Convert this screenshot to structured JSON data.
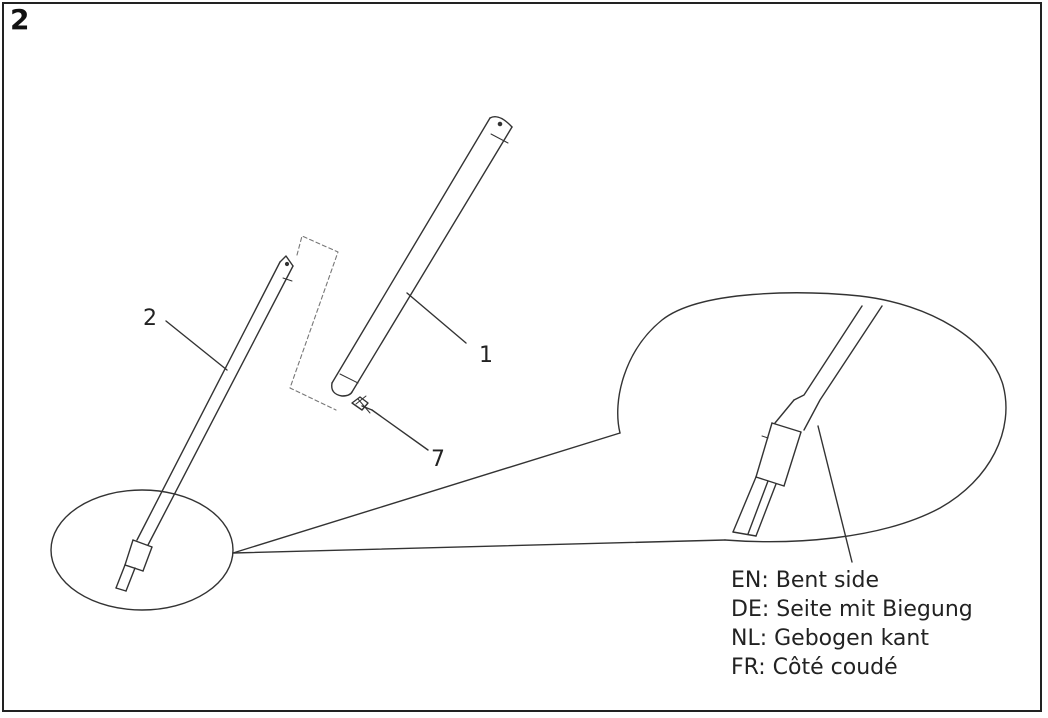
{
  "step": {
    "number": "2"
  },
  "callouts": {
    "part_1": "1",
    "part_2": "2",
    "part_7": "7"
  },
  "legend": {
    "en": "EN: Bent side",
    "de": "DE: Seite mit Biegung",
    "nl": "NL: Gebogen kant",
    "fr": "FR: Côté coudé"
  },
  "colors": {
    "line": "#333333",
    "dashed": "#777777",
    "background": "#ffffff"
  },
  "icons": {
    "pole_1": "long-tube",
    "pole_2": "thin-tube",
    "part_7": "screw-icon"
  }
}
